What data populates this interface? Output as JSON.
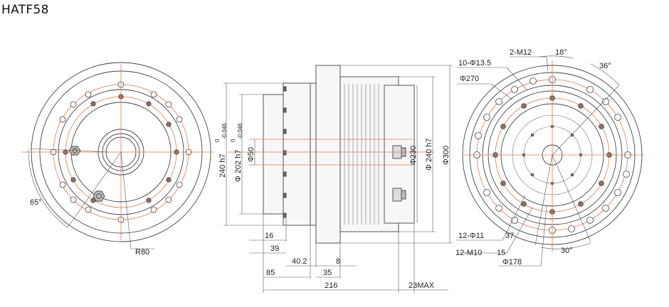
{
  "title": "HATF58",
  "left_view": {
    "angle_label": "65°",
    "radius_label": "R80"
  },
  "side_view": {
    "dia_240_h7_label": "240 h7",
    "dia_240_tol_top": "0",
    "dia_240_tol_bot": "-0.046",
    "dia_202_h7_label": "Φ 202 h7",
    "dia_202_tol_top": "0",
    "dia_202_tol_bot": "-0.046",
    "dia_50_label": "Φ50",
    "dia_230_label": "Φ230",
    "dia_240_right_label": "Φ 240 h7",
    "dia_300_label": "Φ300",
    "dim_16": "16",
    "dim_39": "39",
    "dim_40_2": "40.2",
    "dim_8": "8",
    "dim_85": "85",
    "dim_35": "35",
    "dim_216": "216",
    "dim_23max": "23MAX"
  },
  "right_view": {
    "holes_10": "10-Φ13.5",
    "thread_2_m12": "2-M12",
    "angle_18": "18°",
    "angle_36": "36°",
    "dia_270": "Φ270",
    "holes_12_11": "12-Φ11",
    "holes_12_11_depth": "37",
    "thread_12_m10": "12-M10",
    "thread_12_m10_depth": "15",
    "dia_178": "Φ178",
    "angle_30": "30°"
  }
}
